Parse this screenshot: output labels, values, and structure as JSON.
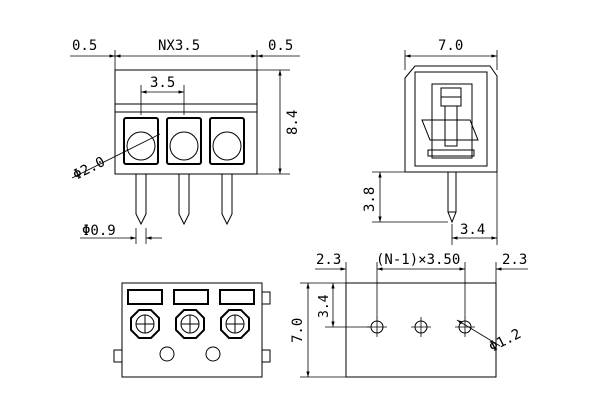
{
  "front_view": {
    "dims": {
      "edge_left": "0.5",
      "pitch_total": "NX3.5",
      "edge_right": "0.5",
      "pitch": "3.5",
      "height": "8.4",
      "hole_dia": "Φ2.0",
      "pin_dia": "Φ0.9"
    }
  },
  "side_view": {
    "dims": {
      "width": "7.0",
      "pin_length": "3.8",
      "pin_offset": "3.4"
    }
  },
  "pcb_layout": {
    "dims": {
      "edge_left": "2.3",
      "pitch_formula": "(N-1)×3.50",
      "edge_right": "2.3",
      "row_offset": "3.4",
      "height": "7.0",
      "hole_dia": "Φ1.2"
    }
  }
}
